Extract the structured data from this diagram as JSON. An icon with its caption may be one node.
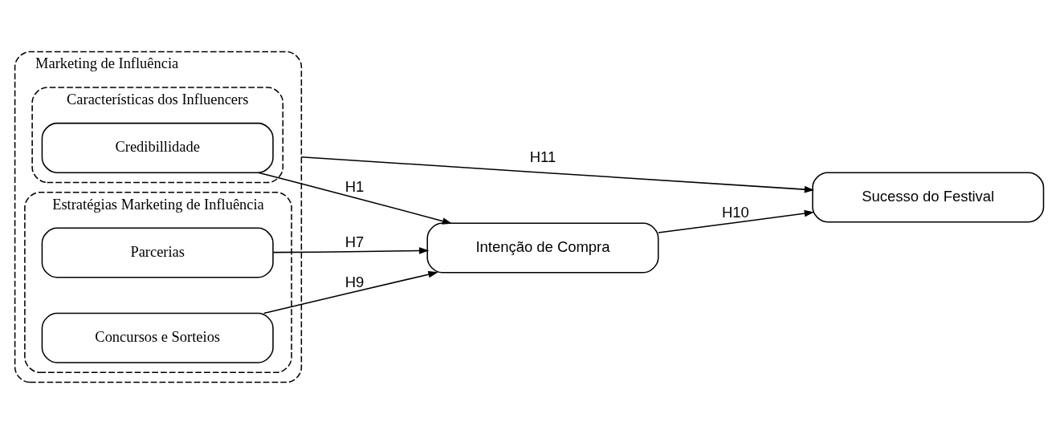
{
  "diagram": {
    "nodes": [
      {
        "text": [
          "Marketing de Influência"
        ]
      },
      {
        "text": [
          "Características dos Influencers"
        ],
        "in": 0
      },
      {
        "text": [
          "Credibillidade"
        ],
        "in": 1
      },
      {
        "text": [
          "Estratégias Marketing de Influência"
        ],
        "in": 0
      },
      {
        "text": [
          "Parcerias"
        ],
        "in": 3
      },
      {
        "text": [
          "Concursos e Sorteios"
        ],
        "in": 3
      },
      {
        "text": [
          "Intenção de Compra"
        ]
      },
      {
        "text": [
          "Sucesso do Festival"
        ]
      }
    ],
    "edges": [
      {
        "from": 2,
        "to": 6,
        "arrow": "to",
        "label": "H1"
      },
      {
        "from": 4,
        "to": 6,
        "arrow": "to",
        "label": "H7"
      },
      {
        "from": 5,
        "to": 6,
        "arrow": "to",
        "label": "H9"
      },
      {
        "from": 6,
        "to": 7,
        "arrow": "to",
        "label": "H10"
      },
      {
        "from": 0,
        "to": 7,
        "arrow": "to",
        "label": "H11"
      }
    ]
  }
}
